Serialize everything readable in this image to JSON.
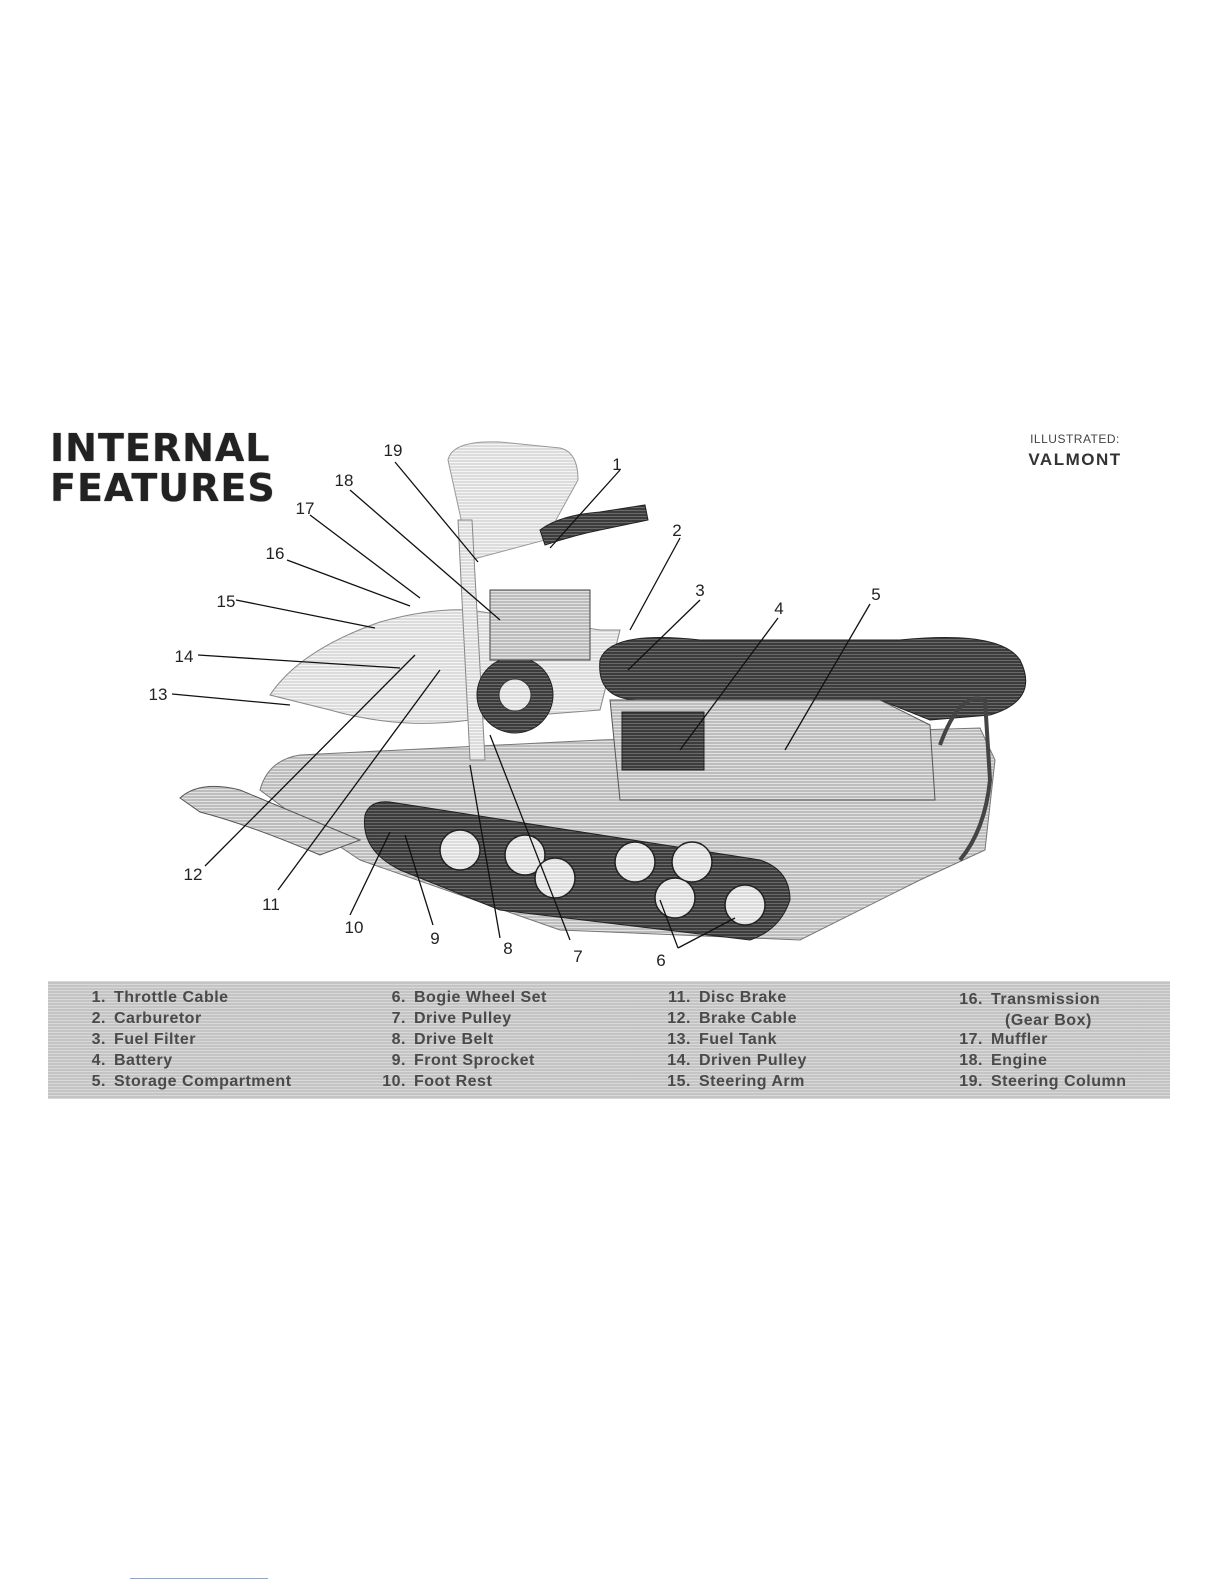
{
  "title": {
    "line1": "INTERNAL",
    "line2": "FEATURES"
  },
  "illustrated": {
    "label": "ILLUSTRATED:",
    "model": "VALMONT"
  },
  "callouts": [
    "1",
    "2",
    "3",
    "4",
    "5",
    "6",
    "7",
    "8",
    "9",
    "10",
    "11",
    "12",
    "13",
    "14",
    "15",
    "16",
    "17",
    "18",
    "19"
  ],
  "legend": [
    {
      "num": "1.",
      "label": "Throttle Cable"
    },
    {
      "num": "2.",
      "label": "Carburetor"
    },
    {
      "num": "3.",
      "label": "Fuel Filter"
    },
    {
      "num": "4.",
      "label": "Battery"
    },
    {
      "num": "5.",
      "label": "Storage Compartment"
    },
    {
      "num": "6.",
      "label": "Bogie Wheel Set"
    },
    {
      "num": "7.",
      "label": "Drive Pulley"
    },
    {
      "num": "8.",
      "label": "Drive Belt"
    },
    {
      "num": "9.",
      "label": "Front Sprocket"
    },
    {
      "num": "10.",
      "label": "Foot Rest"
    },
    {
      "num": "11.",
      "label": "Disc Brake"
    },
    {
      "num": "12.",
      "label": "Brake Cable"
    },
    {
      "num": "13.",
      "label": "Fuel Tank"
    },
    {
      "num": "14.",
      "label": "Driven Pulley"
    },
    {
      "num": "15.",
      "label": "Steering Arm"
    },
    {
      "num": "16.",
      "label": "Transmission",
      "label2": "(Gear Box)"
    },
    {
      "num": "17.",
      "label": "Muffler"
    },
    {
      "num": "18.",
      "label": "Engine"
    },
    {
      "num": "19.",
      "label": "Steering Column"
    }
  ]
}
